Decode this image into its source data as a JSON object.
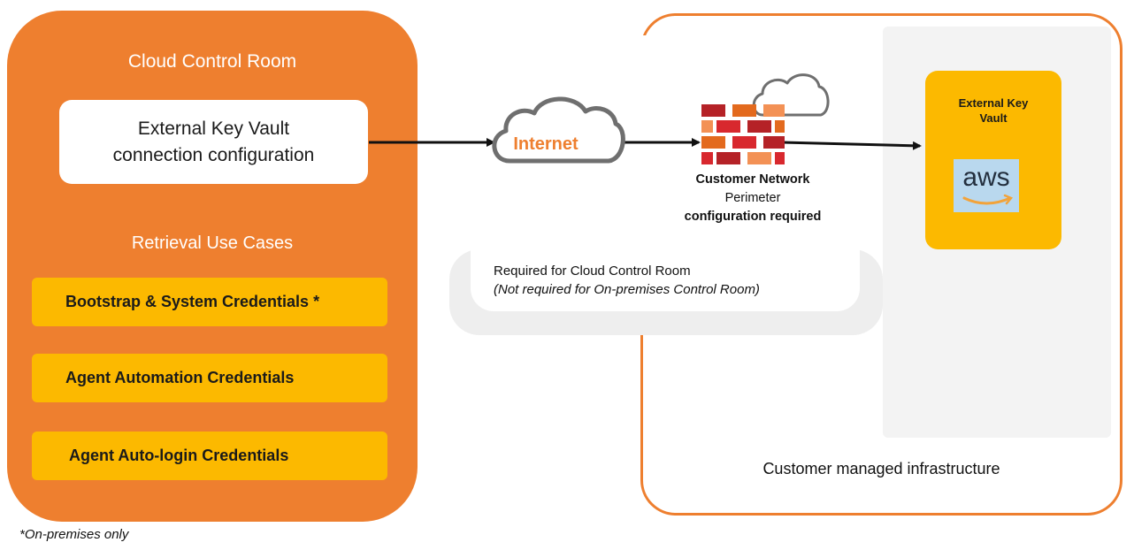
{
  "cloud_control_room": {
    "title": "Cloud Control Room",
    "config_box_line1": "External Key Vault",
    "config_box_line2": "connection configuration",
    "retrieval_title": "Retrieval Use Cases",
    "credentials": [
      "Bootstrap & System Credentials *",
      "Agent Automation Credentials",
      "Agent Auto-login Credentials"
    ]
  },
  "footnote": "*On-premises only",
  "internet_label": "Internet",
  "perimeter": {
    "line1": "Customer Network",
    "line2": "Perimeter",
    "line3": "configuration required"
  },
  "requirement": {
    "line1": "Required for Cloud Control Room",
    "line2": "(Not required for On-premises Control Room)"
  },
  "key_vault": {
    "title_line1": "External Key",
    "title_line2": "Vault",
    "provider_logo_text": "aws"
  },
  "customer_infra_label": "Customer managed infrastructure",
  "icons": [
    "cloud-icon",
    "firewall-icon",
    "arrow-icon",
    "aws-logo-icon"
  ],
  "colors": {
    "orange": "#ee7f2f",
    "yellow": "#fcb900",
    "firewall_dark_red": "#b52227",
    "firewall_red": "#d8282e",
    "firewall_orange": "#e36a1e",
    "firewall_light_orange": "#f39155"
  }
}
